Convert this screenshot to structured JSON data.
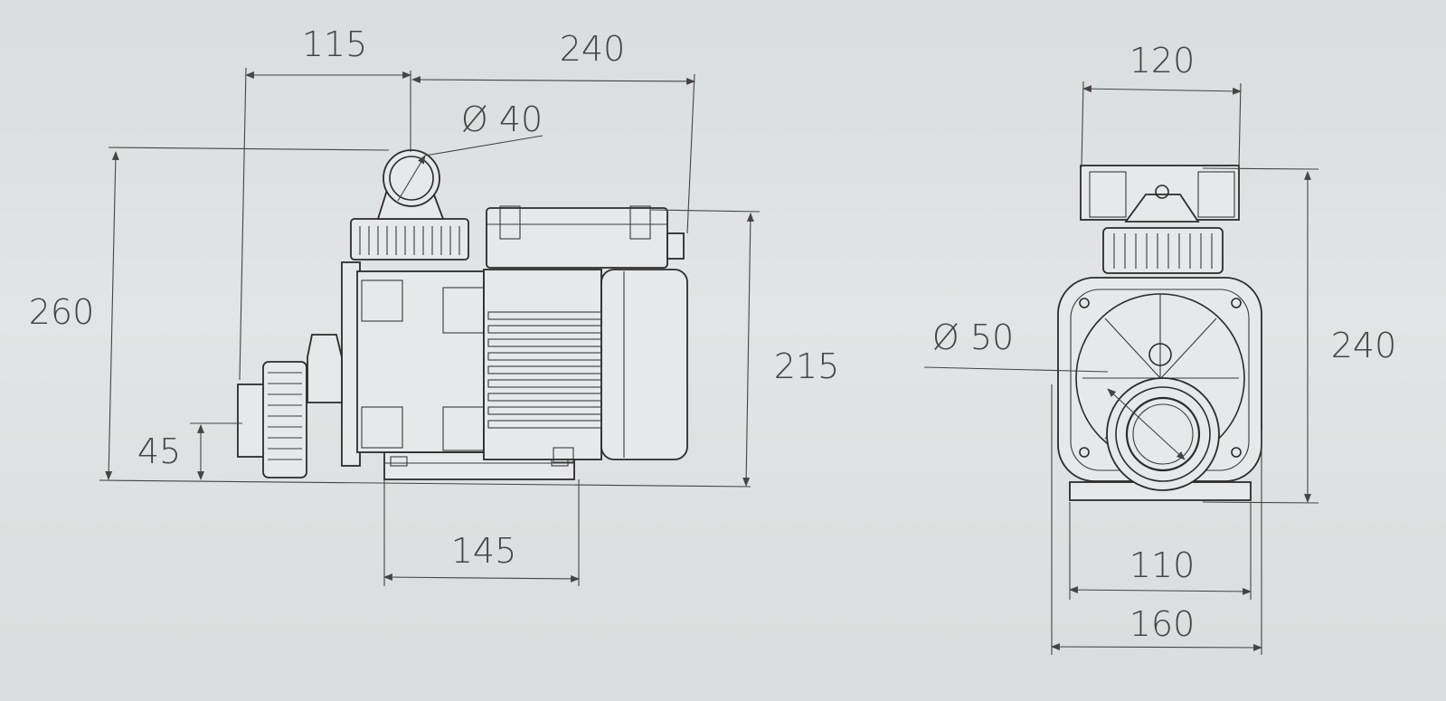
{
  "side_view": {
    "dims": {
      "inlet_offset": "115",
      "body_length": "240",
      "outlet_diameter": "Ø 40",
      "total_height": "260",
      "motor_height": "215",
      "inlet_height": "45",
      "base_length": "145"
    }
  },
  "front_view": {
    "dims": {
      "top_width": "120",
      "total_height": "240",
      "inlet_diameter": "Ø 50",
      "base_inner_width": "110",
      "base_outer_width": "160"
    }
  }
}
